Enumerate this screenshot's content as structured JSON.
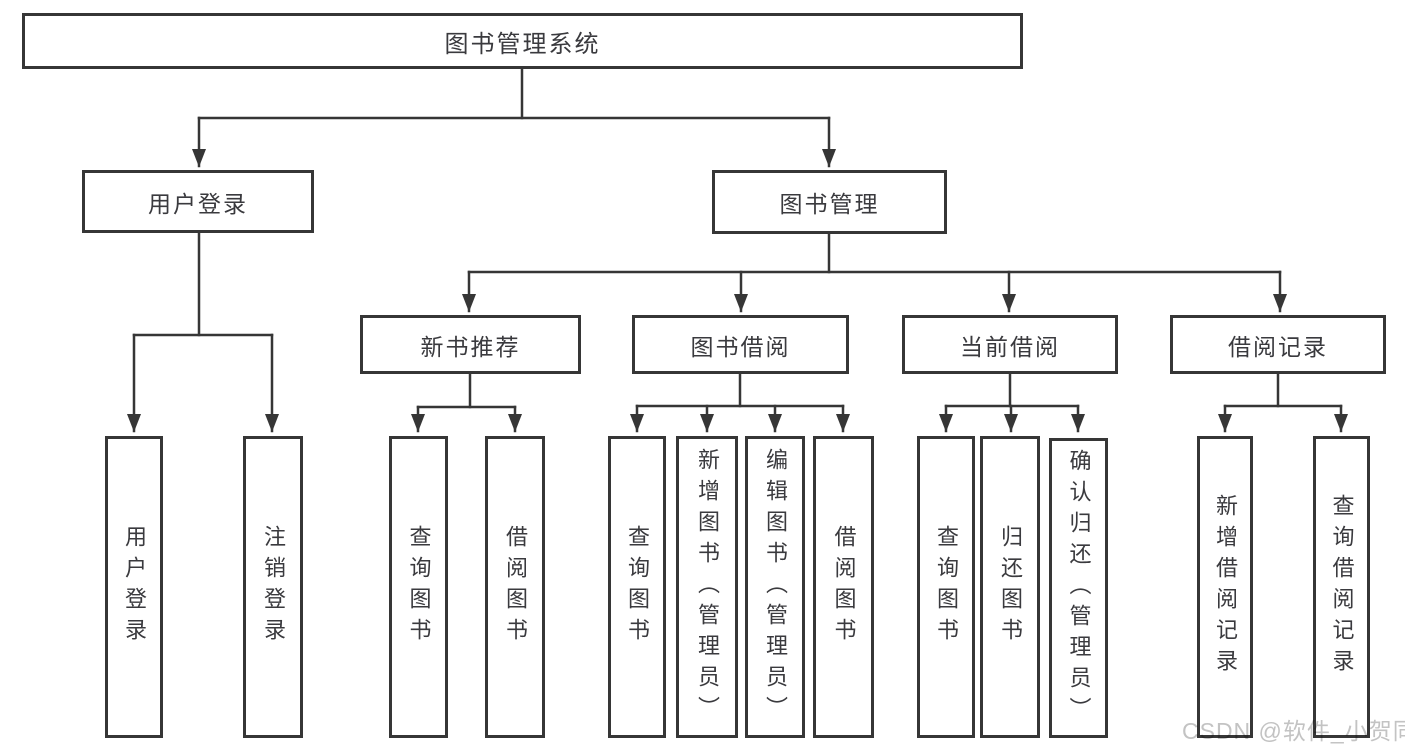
{
  "diagram": {
    "title": "图书管理系统",
    "root": {
      "label": "图书管理系统"
    },
    "level2": {
      "user_login": {
        "label": "用户登录"
      },
      "book_management": {
        "label": "图书管理"
      }
    },
    "level3": {
      "new_book_recommend": {
        "label": "新书推荐"
      },
      "book_borrow": {
        "label": "图书借阅"
      },
      "current_borrow": {
        "label": "当前借阅"
      },
      "borrow_record": {
        "label": "借阅记录"
      }
    },
    "leaves": {
      "user_login": [
        "用户登录",
        "注销登录"
      ],
      "new_book_recommend": [
        "查询图书",
        "借阅图书"
      ],
      "book_borrow": [
        "查询图书",
        "新增图书（管理员）",
        "编辑图书（管理员）",
        "借阅图书"
      ],
      "current_borrow": [
        "查询图书",
        "归还图书",
        "确认归还（管理员）"
      ],
      "borrow_record": [
        "新增借阅记录",
        "查询借阅记录"
      ]
    },
    "watermark": "CSDN @软件_小贺同学",
    "colors": {
      "line": "#363636",
      "text": "#3a3a3e",
      "box_fill": "#ffffff",
      "watermark": "#c3c3c3",
      "background": "#ffffff"
    }
  }
}
